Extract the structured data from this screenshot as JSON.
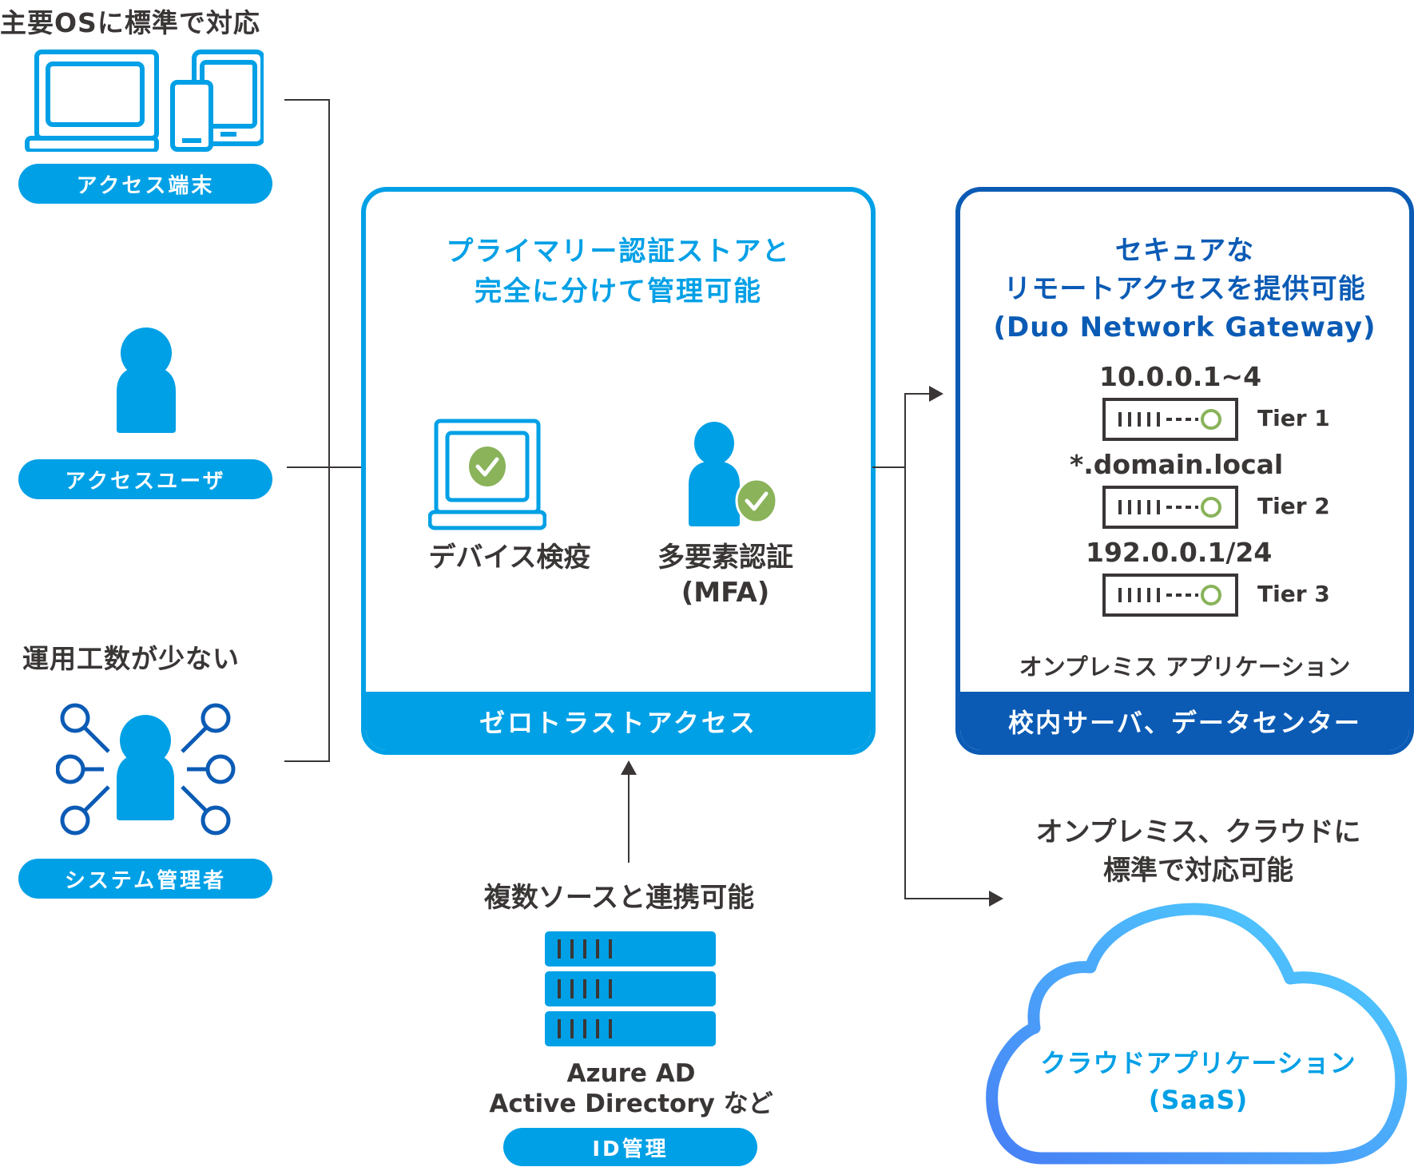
{
  "left": {
    "devices": {
      "heading": "主要OSに標準で対応",
      "pill": "アクセス端末"
    },
    "user": {
      "pill": "アクセスユーザ"
    },
    "admin": {
      "heading": "運用工数が少ない",
      "pill": "システム管理者"
    }
  },
  "center": {
    "title_line1": "プライマリー認証ストアと",
    "title_line2": "完全に分けて管理可能",
    "features": [
      {
        "label": "デバイス検疫",
        "icon": "laptop-check-icon"
      },
      {
        "label_line1": "多要素認証",
        "label_line2": "(MFA)",
        "icon": "user-check-icon"
      }
    ],
    "footer": "ゼロトラストアクセス"
  },
  "right": {
    "title_line1": "セキュアな",
    "title_line2": "リモートアクセスを提供可能",
    "title_line3": "(Duo Network Gateway)",
    "tiers": [
      {
        "address": "10.0.0.1~4",
        "name": "Tier 1"
      },
      {
        "address": "*.domain.local",
        "name": "Tier 2"
      },
      {
        "address": "192.0.0.1/24",
        "name": "Tier 3"
      }
    ],
    "subtitle": "オンプレミス アプリケーション",
    "footer": "校内サーバ、データセンター"
  },
  "id_source": {
    "heading": "複数ソースと連携可能",
    "line1": "Azure AD",
    "line2": "Active Directory など",
    "pill": "ID管理"
  },
  "cloud": {
    "heading_line1": "オンプレミス、クラウドに",
    "heading_line2": "標準で対応可能",
    "label_line1": "クラウドアプリケーション",
    "label_line2": "(SaaS)"
  },
  "colors": {
    "primary": "#00a0e6",
    "dark_blue": "#0b5bb5",
    "check_green": "#8ab35a",
    "text": "#3a3636"
  }
}
